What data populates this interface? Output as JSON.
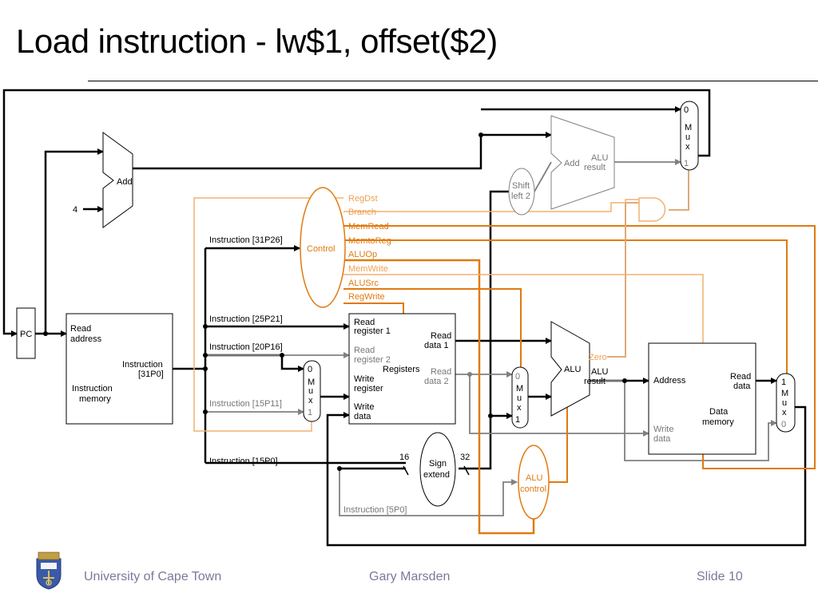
{
  "title": "Load instruction - lw$1, offset($2)",
  "footer": {
    "university": "University of Cape Town",
    "author": "Gary Marsden",
    "slide": "Slide 10"
  },
  "colors": {
    "active_control": "#e07a10",
    "inactive_control": "#f4b070",
    "inactive_path": "#808080",
    "footer_text": "#7a7a9a"
  },
  "icons": {
    "logo": "uct-crest-icon"
  },
  "diagram": {
    "pc": "PC",
    "add_const": "4",
    "add1": "Add",
    "add2": "Add",
    "alu_result_top_l1": "ALU",
    "alu_result_top_l2": "result",
    "shift_l1": "Shift",
    "shift_l2": "left 2",
    "control": "Control",
    "control_signals": {
      "regdst": "RegDst",
      "branch": "Branch",
      "memread": "MemRead",
      "memtoreg": "MemtoReg",
      "aluop": "ALUOp",
      "memwrite": "MemWrite",
      "alusrc": "ALUSrc",
      "regwrite": "RegWrite"
    },
    "instr_memory": {
      "read_l1": "Read",
      "read_l2": "address",
      "out_l1": "Instruction",
      "out_l2": "[31P0]",
      "name_l1": "Instruction",
      "name_l2": "memory"
    },
    "fields": {
      "f3126": "Instruction [31P26]",
      "f2521": "Instruction [25P21]",
      "f2016": "Instruction [20P16]",
      "f1511": "Instruction [15P11]",
      "f150": "Instruction [15P0]",
      "f50": "Instruction [5P0]"
    },
    "registers": {
      "rr1_l1": "Read",
      "rr1_l2": "register 1",
      "rr2_l1": "Read",
      "rr2_l2": "register 2",
      "wr_l1": "Write",
      "wr_l2": "register",
      "wd_l1": "Write",
      "wd_l2": "data",
      "rd1_l1": "Read",
      "rd1_l2": "data 1",
      "rd2_l1": "Read",
      "rd2_l2": "data 2",
      "name": "Registers"
    },
    "mux_0": "0",
    "mux_1": "1",
    "mux_m": "M",
    "mux_u": "u",
    "mux_x": "x",
    "sign_l1": "Sign",
    "sign_l2": "extend",
    "width16": "16",
    "width32": "32",
    "alu": "ALU",
    "alu_zero": "Zero",
    "alu_res_l1": "ALU",
    "alu_res_l2": "result",
    "aluctl_l1": "ALU",
    "aluctl_l2": "control",
    "data_memory": {
      "address": "Address",
      "read_l1": "Read",
      "read_l2": "data",
      "write_l1": "Write",
      "write_l2": "data",
      "name_l1": "Data",
      "name_l2": "memory"
    }
  }
}
